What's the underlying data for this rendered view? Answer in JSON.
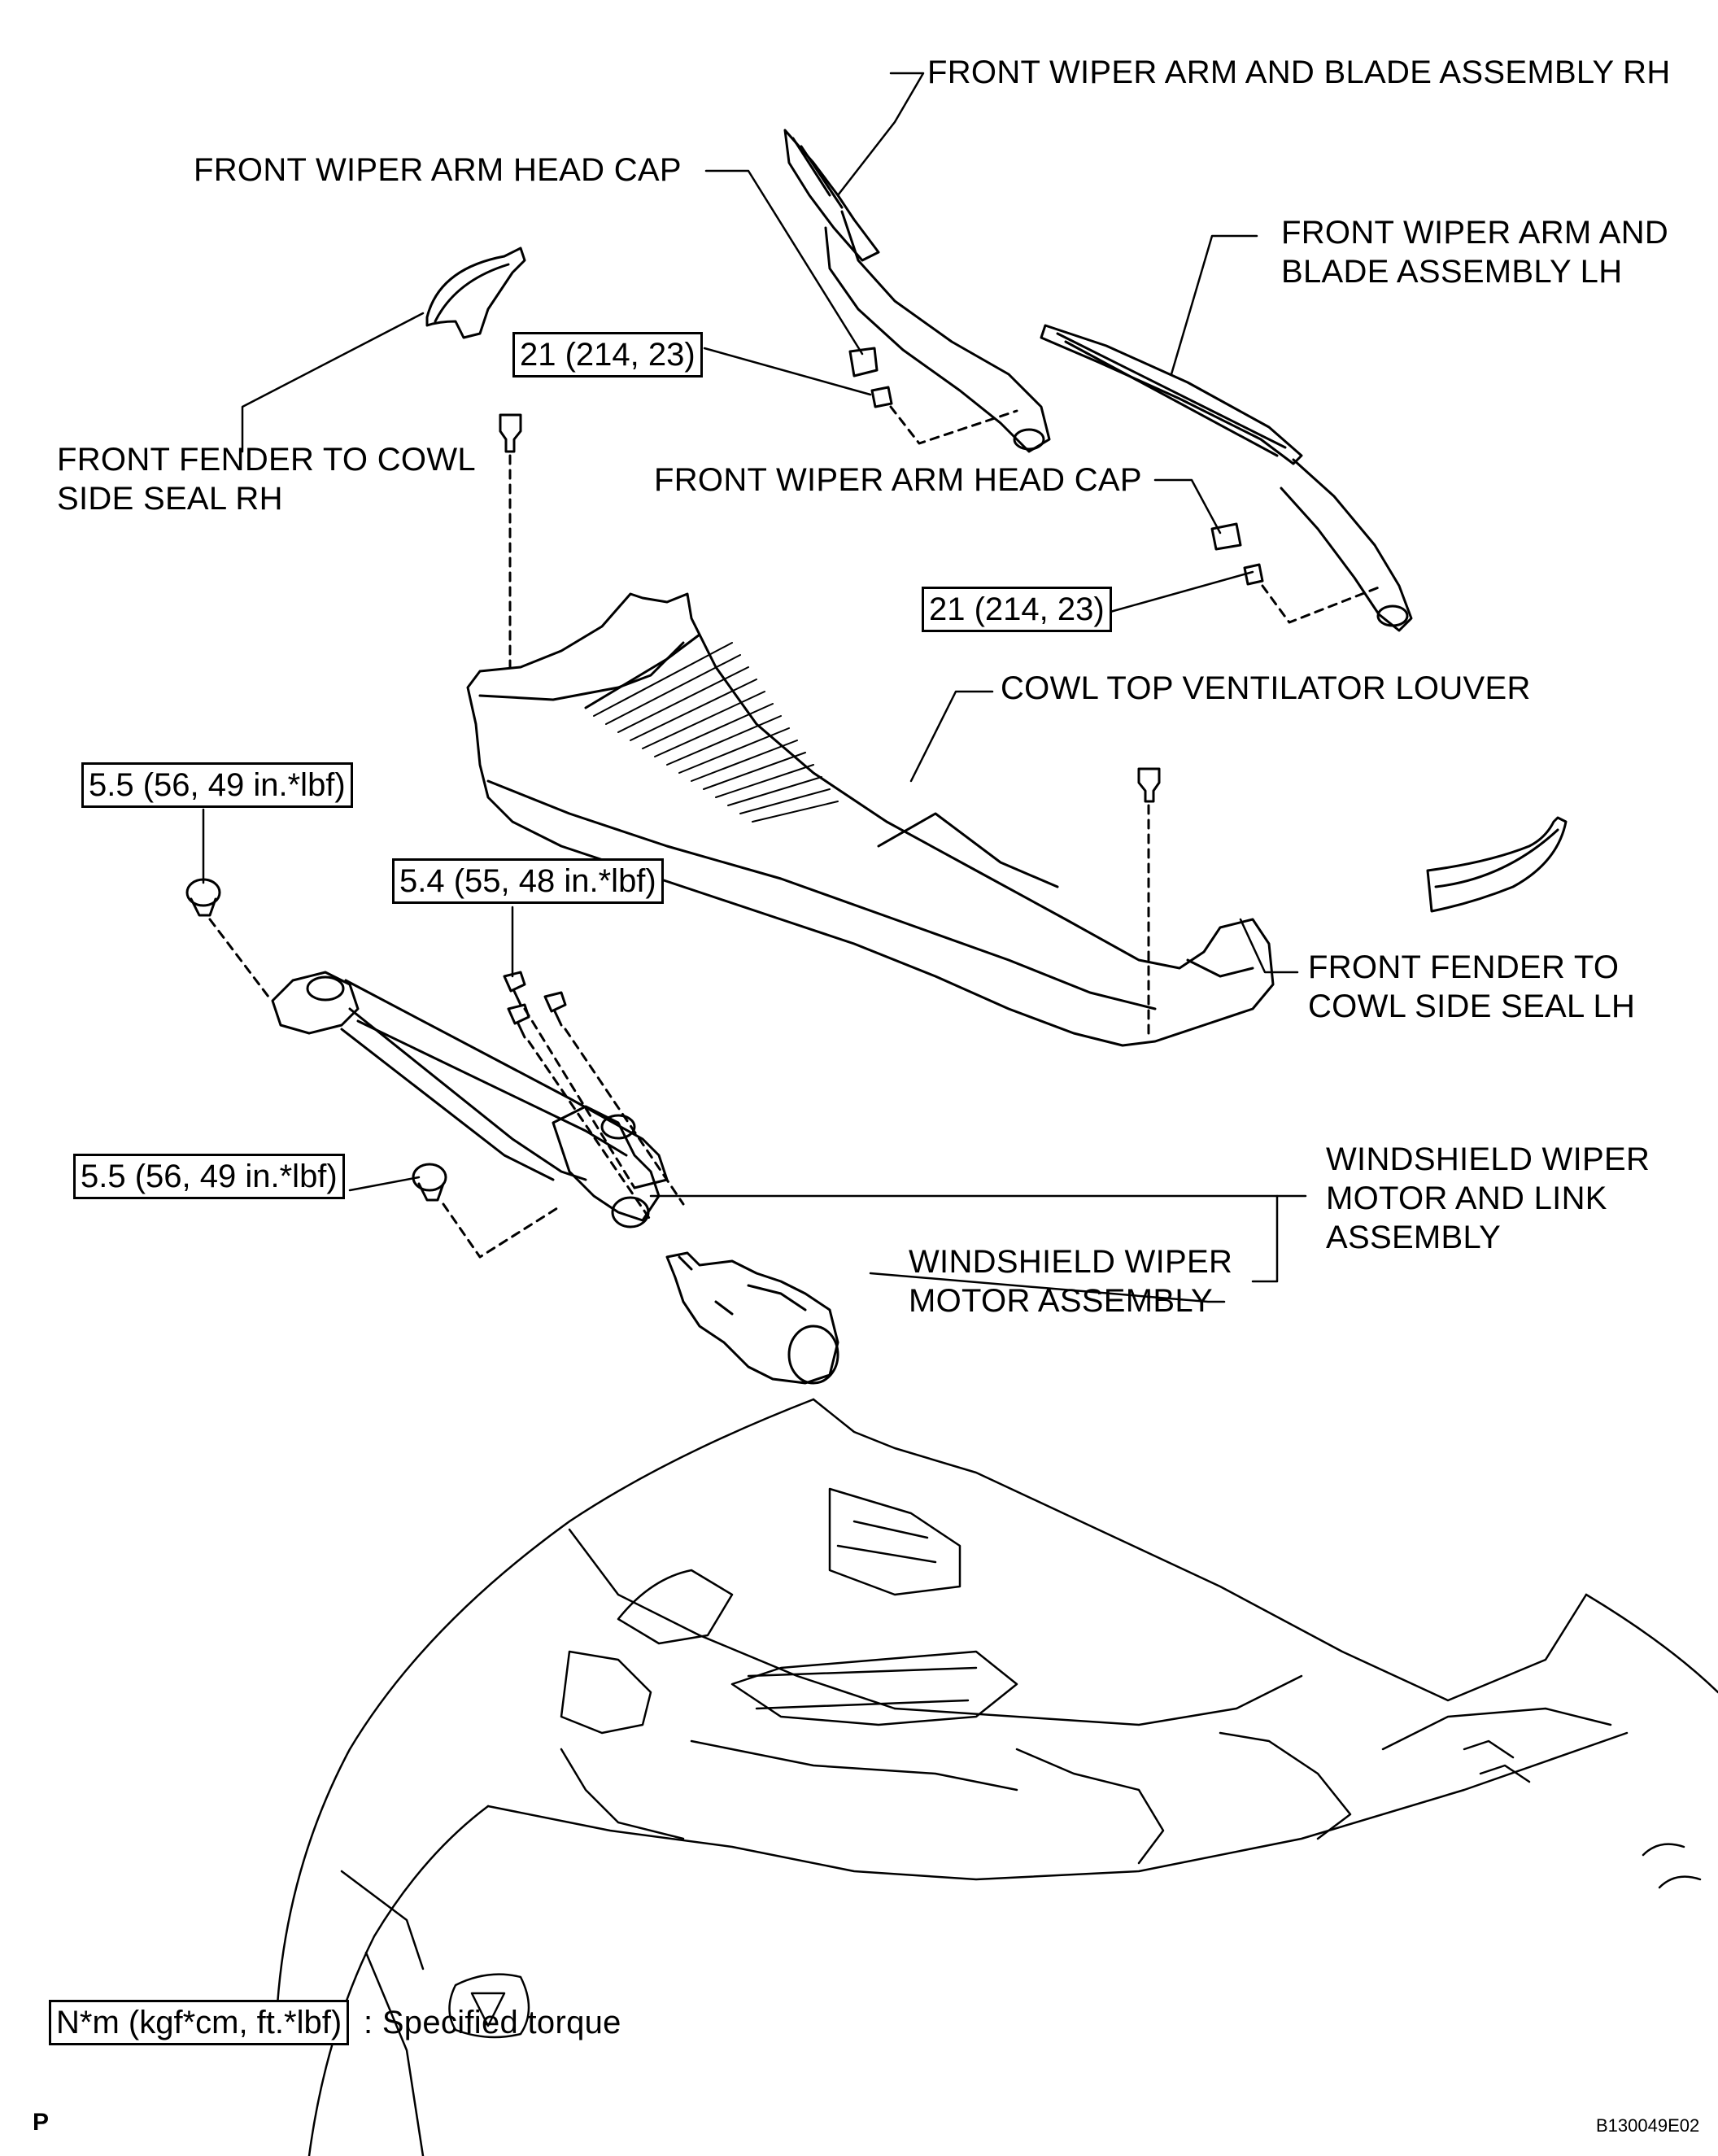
{
  "labels": {
    "wiper_arm_rh": "FRONT WIPER ARM AND BLADE ASSEMBLY RH",
    "head_cap_1": "FRONT WIPER ARM HEAD CAP",
    "wiper_arm_lh": [
      "FRONT WIPER ARM AND",
      "BLADE ASSEMBLY LH"
    ],
    "fender_seal_rh": [
      "FRONT FENDER TO COWL",
      "SIDE SEAL RH"
    ],
    "head_cap_2": "FRONT WIPER ARM HEAD CAP",
    "cowl_louver": "COWL TOP VENTILATOR LOUVER",
    "fender_seal_lh": [
      "FRONT FENDER TO",
      "COWL SIDE SEAL LH"
    ],
    "motor_link": [
      "WINDSHIELD WIPER",
      "MOTOR AND LINK",
      "ASSEMBLY"
    ],
    "motor": [
      "WINDSHIELD WIPER",
      "MOTOR ASSEMBLY"
    ]
  },
  "torques": {
    "arm_rh_nut": "21 (214, 23)",
    "arm_lh_nut": "21 (214, 23)",
    "link_bolt_upper": "5.5 (56, 49 in.*lbf)",
    "motor_bolts": "5.4 (55, 48 in.*lbf)",
    "link_bolt_lower": "5.5 (56, 49 in.*lbf)"
  },
  "legend": {
    "unit_box": "N*m (kgf*cm, ft.*lbf)",
    "description": ": Specified torque"
  },
  "footer": {
    "page_mark": "P",
    "figure_code": "B130049E02"
  }
}
